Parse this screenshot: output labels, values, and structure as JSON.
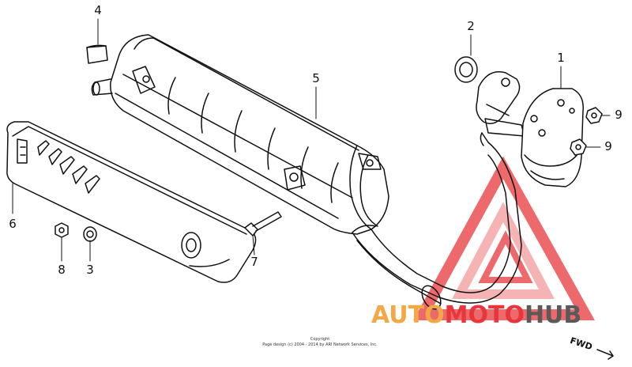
{
  "diagram": {
    "callouts": [
      {
        "id": "1",
        "label": "1"
      },
      {
        "id": "2",
        "label": "2"
      },
      {
        "id": "3",
        "label": "3"
      },
      {
        "id": "4",
        "label": "4"
      },
      {
        "id": "5",
        "label": "5"
      },
      {
        "id": "6",
        "label": "6"
      },
      {
        "id": "7",
        "label": "7"
      },
      {
        "id": "8",
        "label": "8"
      },
      {
        "id": "9a",
        "label": "9"
      },
      {
        "id": "9b",
        "label": "9"
      }
    ],
    "direction_label": "FWD",
    "copyright_line1": "Copyright",
    "copyright_line2": "Page design (c) 2004 - 2014 by ARI Network Services, Inc."
  },
  "watermark": {
    "part_a": "AUTO",
    "part_b": "MOTO",
    "part_c": "HUB",
    "colors": {
      "orange": "#f2a845",
      "red": "#e8373c",
      "gray": "#5a5a5a"
    }
  }
}
